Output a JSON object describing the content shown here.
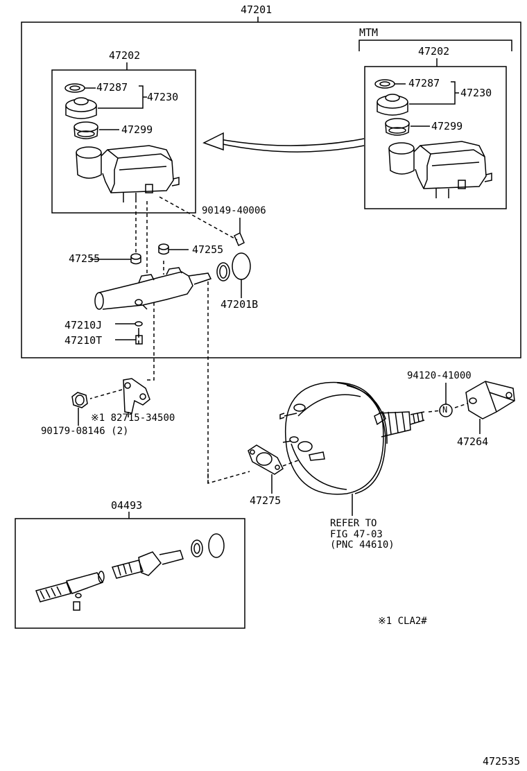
{
  "labels": {
    "assy": "47201",
    "reservoir_assy": "47202",
    "mtm_heading": "MTM",
    "mtm_reservoir_assy": "47202",
    "cap_gasket": "47287",
    "cap_assy": "47230",
    "reservoir_seal": "47299",
    "mtm_cap_gasket": "47287",
    "mtm_cap_assy": "47230",
    "mtm_reservoir_seal": "47299",
    "union_bolt": "90149-40006",
    "grommet_left": "47255",
    "grommet_right": "47255",
    "o_ring": "47201B",
    "plug": "47210J",
    "bleeder": "47210T",
    "nut": "90179-08146 (2)",
    "bracket": "※1 82715-34500",
    "pin": "94120-41000",
    "clevis": "47264",
    "booster_gasket": "47275",
    "refer_line1": "REFER TO",
    "refer_line2": "FIG 47-03",
    "refer_line3": "(PNC 44610)",
    "kit": "04493",
    "footnote": "※1  CLA2#",
    "figure_no": "472535",
    "n_symbol": "N"
  }
}
